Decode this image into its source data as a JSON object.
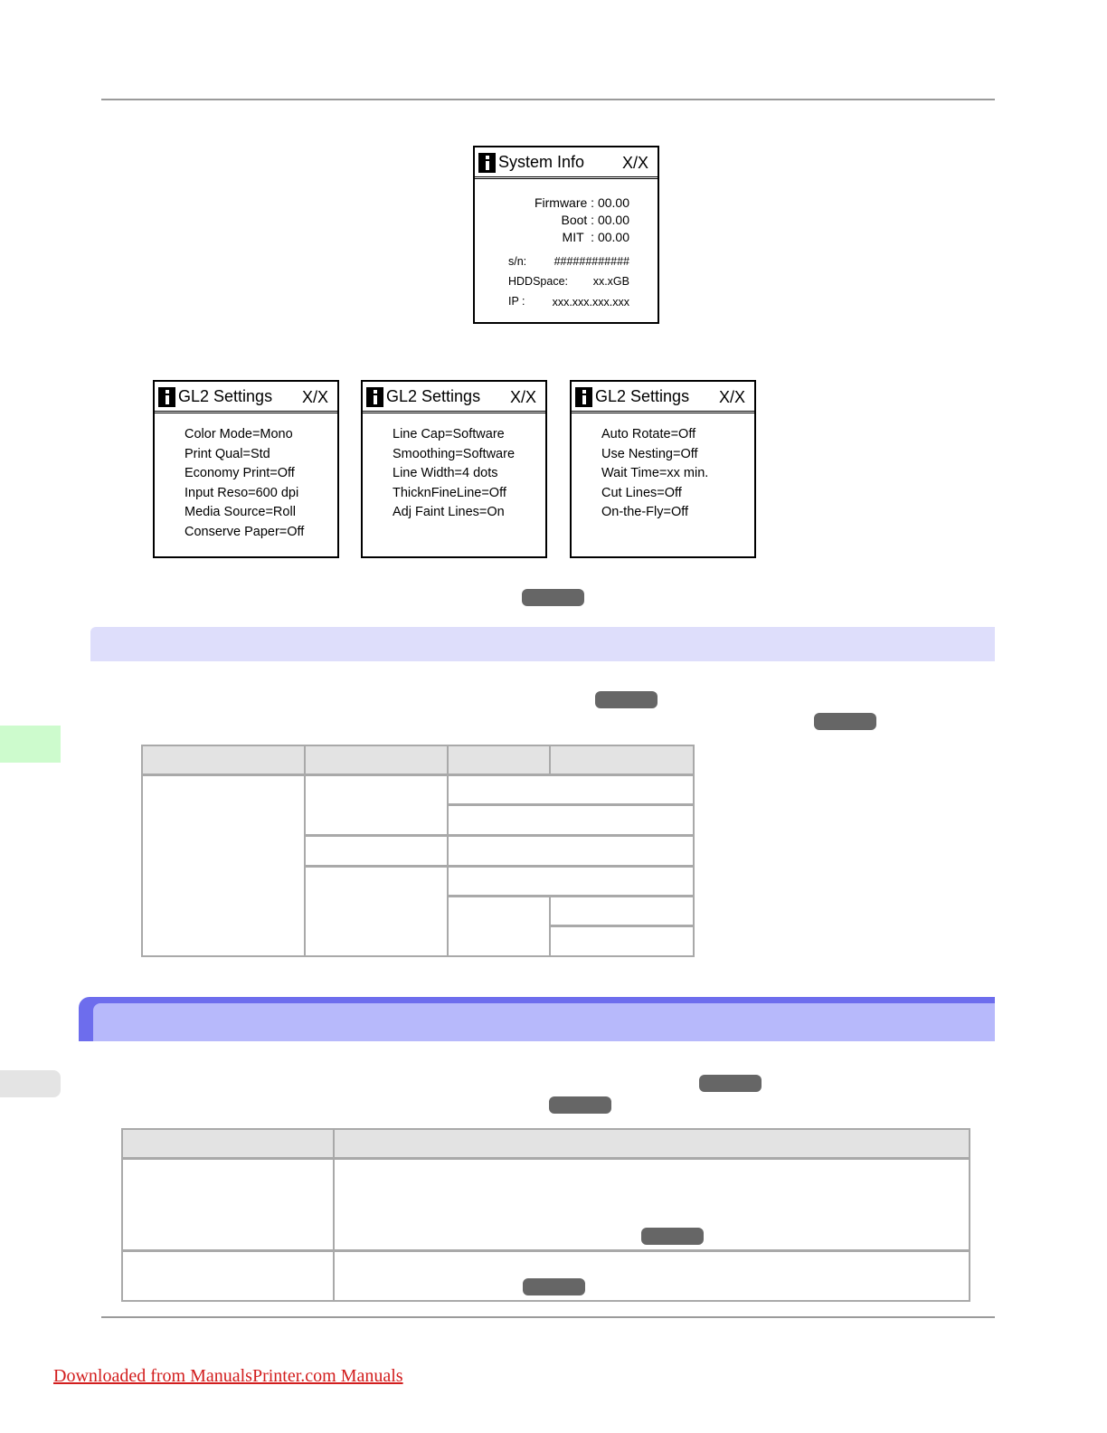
{
  "system_info": {
    "title": "System Info",
    "page": "X/X",
    "firmware": "Firmware : 00.00",
    "boot": "Boot : 00.00",
    "mit": "MIT  : 00.00",
    "sn_label": "s/n:",
    "sn_value": "############",
    "hdd_label": "HDDSpace:",
    "hdd_value": "xx.xGB",
    "ip_label": "IP :",
    "ip_value": "xxx.xxx.xxx.xxx"
  },
  "gl2_panels": [
    {
      "title": "GL2 Settings",
      "page": "X/X",
      "lines": [
        "Color Mode=Mono",
        "Print Qual=Std",
        "Economy Print=Off",
        "Input Reso=600 dpi",
        "Media Source=Roll",
        "Conserve Paper=Off"
      ]
    },
    {
      "title": "GL2 Settings",
      "page": "X/X",
      "lines": [
        "Line Cap=Software",
        "Smoothing=Software",
        "Line Width=4 dots",
        "ThicknFineLine=Off",
        "Adj Faint Lines=On"
      ]
    },
    {
      "title": "GL2 Settings",
      "page": "X/X",
      "lines": [
        "Auto Rotate=Off",
        "Use Nesting=Off",
        "Wait Time=xx min.",
        "Cut Lines=Off",
        "On-the-Fly=Off"
      ]
    }
  ],
  "footer": {
    "link_text": "Downloaded from ManualsPrinter.com Manuals"
  },
  "colors": {
    "band_light": "#dedefb",
    "band_heading": "#b7b9fb",
    "band_heading_edge": "#6d6ded",
    "side_tab_green": "#cdfbcd",
    "link_red": "#d21d1d",
    "pill_gray": "#666666"
  }
}
